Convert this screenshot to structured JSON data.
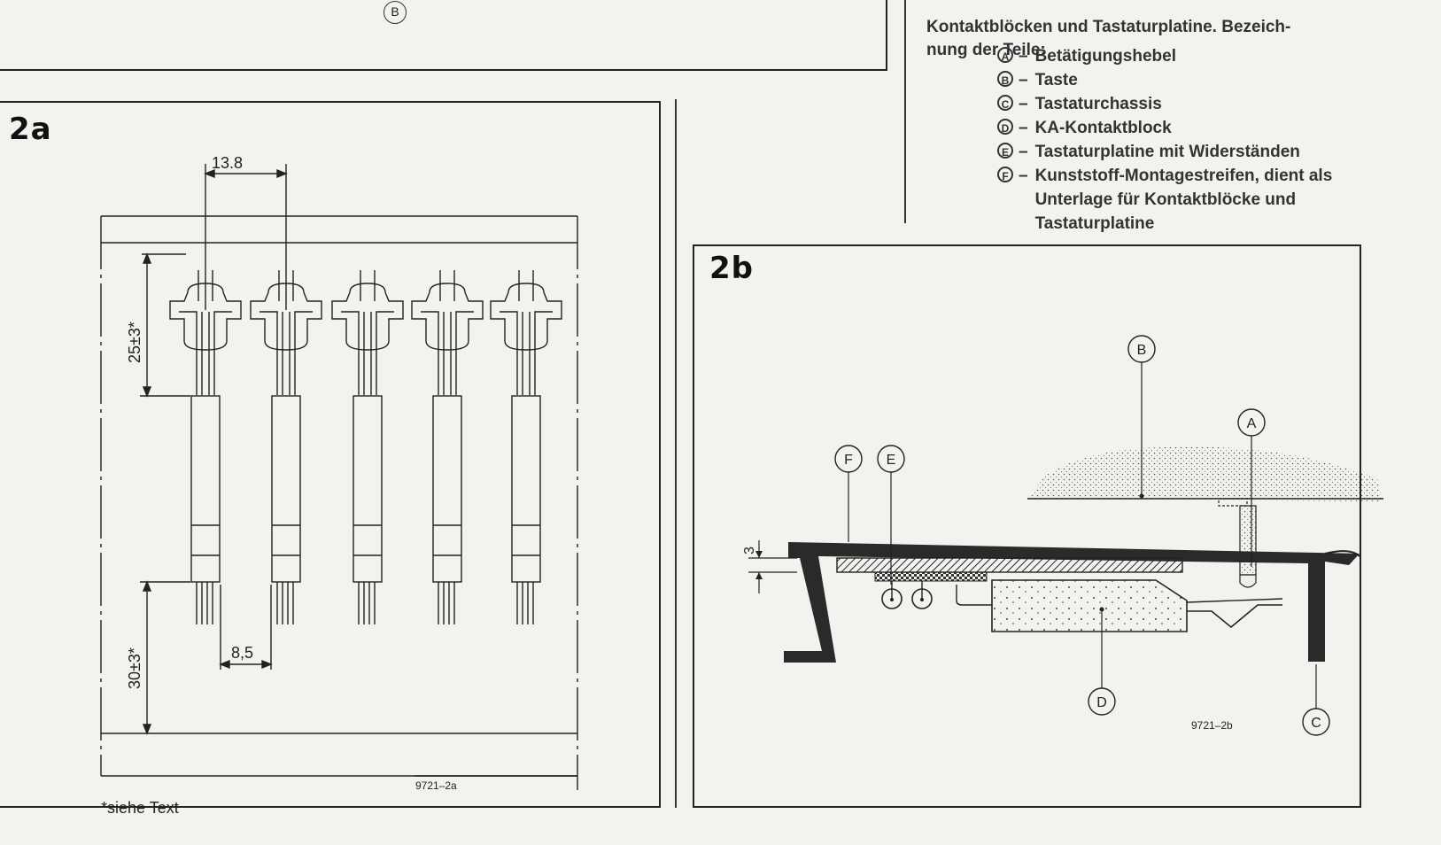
{
  "top_callout": "B",
  "caption_partial": "Kontaktblöcken und Tastaturplatine. Bezeich-\nnung der Teile:",
  "legend": [
    {
      "key": "A",
      "text": "Betätigungshebel"
    },
    {
      "key": "B",
      "text": "Taste"
    },
    {
      "key": "C",
      "text": "Tastaturchassis"
    },
    {
      "key": "D",
      "text": "KA-Kontaktblock"
    },
    {
      "key": "E",
      "text": "Tastaturplatine mit Widerständen"
    },
    {
      "key": "F",
      "text": "Kunststoff-Montagestreifen, dient als Unterlage für Kontaktblöcke und Tastaturplatine"
    }
  ],
  "legend_dash": "–",
  "fig2a": {
    "label": "2a",
    "dim_pitch": "13.8",
    "dim_gap": "8,5",
    "dim_top": "25±3*",
    "dim_bottom": "30±3*",
    "code": "9721–2a",
    "footnote": "*siehe Text"
  },
  "fig2b": {
    "label": "2b",
    "dim_thickness": "3",
    "callouts": {
      "A": "A",
      "B": "B",
      "C": "C",
      "D": "D",
      "E": "E",
      "F": "F"
    },
    "code": "9721–2b"
  }
}
